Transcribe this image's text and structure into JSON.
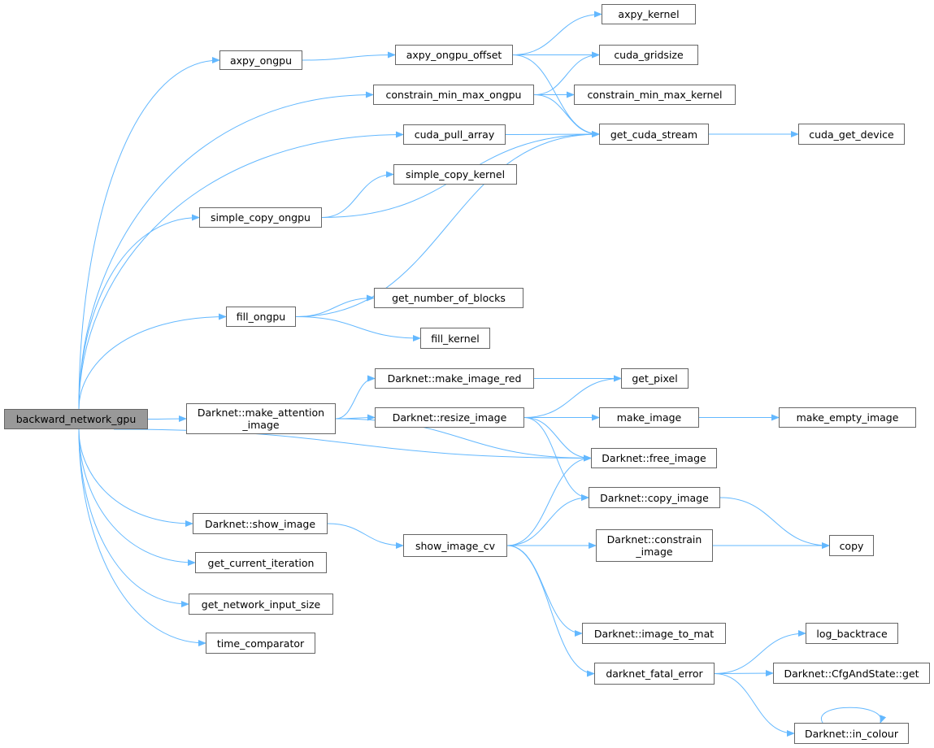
{
  "graph": {
    "type": "call-graph",
    "root": "backward_network_gpu",
    "colors": {
      "edge": "#63b8ff",
      "root_fill": "#999999",
      "node_border": "#666666"
    },
    "nodes": [
      {
        "id": "backward_network_gpu",
        "label": "backward_network_gpu"
      },
      {
        "id": "axpy_ongpu",
        "label": "axpy_ongpu"
      },
      {
        "id": "axpy_ongpu_offset",
        "label": "axpy_ongpu_offset"
      },
      {
        "id": "axpy_kernel",
        "label": "axpy_kernel"
      },
      {
        "id": "cuda_gridsize",
        "label": "cuda_gridsize"
      },
      {
        "id": "constrain_min_max_ongpu",
        "label": "constrain_min_max_ongpu"
      },
      {
        "id": "constrain_min_max_kernel",
        "label": "constrain_min_max_kernel"
      },
      {
        "id": "cuda_pull_array",
        "label": "cuda_pull_array"
      },
      {
        "id": "get_cuda_stream",
        "label": "get_cuda_stream"
      },
      {
        "id": "cuda_get_device",
        "label": "cuda_get_device"
      },
      {
        "id": "simple_copy_kernel",
        "label": "simple_copy_kernel"
      },
      {
        "id": "simple_copy_ongpu",
        "label": "simple_copy_ongpu"
      },
      {
        "id": "fill_ongpu",
        "label": "fill_ongpu"
      },
      {
        "id": "get_number_of_blocks",
        "label": "get_number_of_blocks"
      },
      {
        "id": "fill_kernel",
        "label": "fill_kernel"
      },
      {
        "id": "make_attention_image",
        "label": "Darknet::make_attention\n_image"
      },
      {
        "id": "make_image_red",
        "label": "Darknet::make_image_red"
      },
      {
        "id": "get_pixel",
        "label": "get_pixel"
      },
      {
        "id": "resize_image",
        "label": "Darknet::resize_image"
      },
      {
        "id": "make_image",
        "label": "make_image"
      },
      {
        "id": "make_empty_image",
        "label": "make_empty_image"
      },
      {
        "id": "free_image",
        "label": "Darknet::free_image"
      },
      {
        "id": "copy_image",
        "label": "Darknet::copy_image"
      },
      {
        "id": "copy",
        "label": "copy"
      },
      {
        "id": "show_image",
        "label": "Darknet::show_image"
      },
      {
        "id": "show_image_cv",
        "label": "show_image_cv"
      },
      {
        "id": "constrain_image",
        "label": "Darknet::constrain\n_image"
      },
      {
        "id": "get_current_iteration",
        "label": "get_current_iteration"
      },
      {
        "id": "get_network_input_size",
        "label": "get_network_input_size"
      },
      {
        "id": "time_comparator",
        "label": "time_comparator"
      },
      {
        "id": "image_to_mat",
        "label": "Darknet::image_to_mat"
      },
      {
        "id": "log_backtrace",
        "label": "log_backtrace"
      },
      {
        "id": "darknet_fatal_error",
        "label": "darknet_fatal_error"
      },
      {
        "id": "cfgandstate_get",
        "label": "Darknet::CfgAndState::get"
      },
      {
        "id": "in_colour",
        "label": "Darknet::in_colour"
      }
    ],
    "edges": [
      [
        "backward_network_gpu",
        "axpy_ongpu"
      ],
      [
        "backward_network_gpu",
        "constrain_min_max_ongpu"
      ],
      [
        "backward_network_gpu",
        "cuda_pull_array"
      ],
      [
        "backward_network_gpu",
        "simple_copy_ongpu"
      ],
      [
        "backward_network_gpu",
        "fill_ongpu"
      ],
      [
        "backward_network_gpu",
        "make_attention_image"
      ],
      [
        "backward_network_gpu",
        "free_image"
      ],
      [
        "backward_network_gpu",
        "show_image"
      ],
      [
        "backward_network_gpu",
        "get_current_iteration"
      ],
      [
        "backward_network_gpu",
        "get_network_input_size"
      ],
      [
        "backward_network_gpu",
        "time_comparator"
      ],
      [
        "axpy_ongpu",
        "axpy_ongpu_offset"
      ],
      [
        "axpy_ongpu_offset",
        "axpy_kernel"
      ],
      [
        "axpy_ongpu_offset",
        "cuda_gridsize"
      ],
      [
        "axpy_ongpu_offset",
        "get_cuda_stream"
      ],
      [
        "constrain_min_max_ongpu",
        "cuda_gridsize"
      ],
      [
        "constrain_min_max_ongpu",
        "constrain_min_max_kernel"
      ],
      [
        "constrain_min_max_ongpu",
        "get_cuda_stream"
      ],
      [
        "cuda_pull_array",
        "get_cuda_stream"
      ],
      [
        "get_cuda_stream",
        "cuda_get_device"
      ],
      [
        "simple_copy_ongpu",
        "simple_copy_kernel"
      ],
      [
        "simple_copy_ongpu",
        "get_cuda_stream"
      ],
      [
        "fill_ongpu",
        "get_cuda_stream"
      ],
      [
        "fill_ongpu",
        "get_number_of_blocks"
      ],
      [
        "fill_ongpu",
        "fill_kernel"
      ],
      [
        "make_attention_image",
        "make_image_red"
      ],
      [
        "make_attention_image",
        "resize_image"
      ],
      [
        "make_attention_image",
        "free_image"
      ],
      [
        "make_image_red",
        "get_pixel"
      ],
      [
        "resize_image",
        "get_pixel"
      ],
      [
        "resize_image",
        "make_image"
      ],
      [
        "resize_image",
        "free_image"
      ],
      [
        "resize_image",
        "copy_image"
      ],
      [
        "make_image",
        "make_empty_image"
      ],
      [
        "show_image",
        "show_image_cv"
      ],
      [
        "show_image_cv",
        "free_image"
      ],
      [
        "show_image_cv",
        "copy_image"
      ],
      [
        "show_image_cv",
        "constrain_image"
      ],
      [
        "show_image_cv",
        "copy"
      ],
      [
        "show_image_cv",
        "image_to_mat"
      ],
      [
        "show_image_cv",
        "darknet_fatal_error"
      ],
      [
        "copy_image",
        "copy"
      ],
      [
        "darknet_fatal_error",
        "log_backtrace"
      ],
      [
        "darknet_fatal_error",
        "cfgandstate_get"
      ],
      [
        "darknet_fatal_error",
        "in_colour"
      ],
      [
        "in_colour",
        "in_colour"
      ]
    ]
  }
}
